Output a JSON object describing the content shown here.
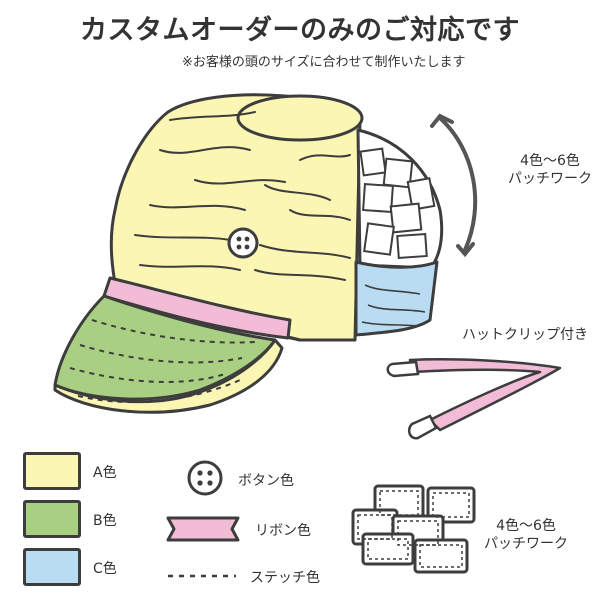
{
  "header": {
    "title": "カスタムオーダーのみのご対応です",
    "note": "※お客様の頭のサイズに合わせて制作いたします"
  },
  "callouts": {
    "patchwork_top": [
      "4色～6色",
      "パッチワーク"
    ],
    "hat_clip": "ハットクリップ付き"
  },
  "legend": {
    "color_a": "A色",
    "color_b": "B色",
    "color_c": "C色",
    "button": "ボタン色",
    "ribbon": "リボン色",
    "stitch": "ステッチ色",
    "patchwork": [
      "4色～6色",
      "パッチワーク"
    ]
  },
  "colors": {
    "a": "#fbf6b4",
    "b": "#a9cf82",
    "c": "#b9dcf3",
    "ribbon": "#f2bcd6",
    "outline": "#3d3d3d"
  }
}
